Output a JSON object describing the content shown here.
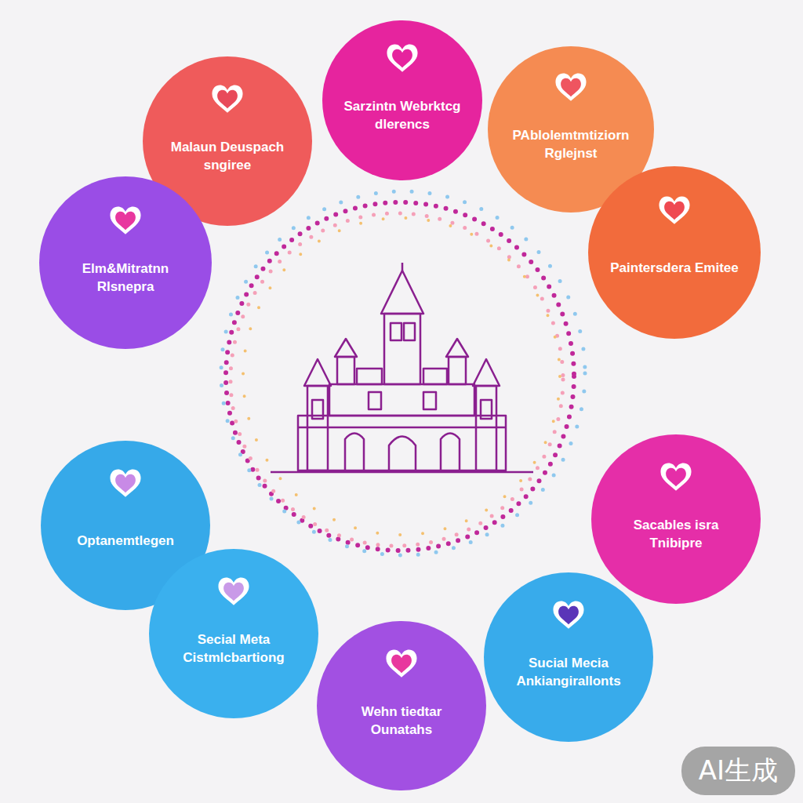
{
  "diagram": {
    "nodes": [
      {
        "text": [
          "Sarzintn Webrktcg dlerencs"
        ]
      },
      {
        "text": [
          "Malaun Deuspach sngiree"
        ]
      },
      {
        "text": [
          "PAblolemtmtiziorn Rglejnst"
        ]
      },
      {
        "text": [
          "Paintersdera Emitee"
        ]
      },
      {
        "text": [
          "Elm&Mitratnn Rlsnepra"
        ]
      },
      {
        "text": [
          "Optanemtlegen"
        ]
      },
      {
        "text": [
          "Sacables isra Tnibipre"
        ]
      },
      {
        "text": [
          "Secial Meta Cistmlcbartiong"
        ]
      },
      {
        "text": [
          "Sucial Mecia Ankiangirallonts"
        ]
      },
      {
        "text": [
          "Wehn tiedtar Ounatahs"
        ]
      }
    ],
    "labels": [
      "AI生成"
    ]
  }
}
